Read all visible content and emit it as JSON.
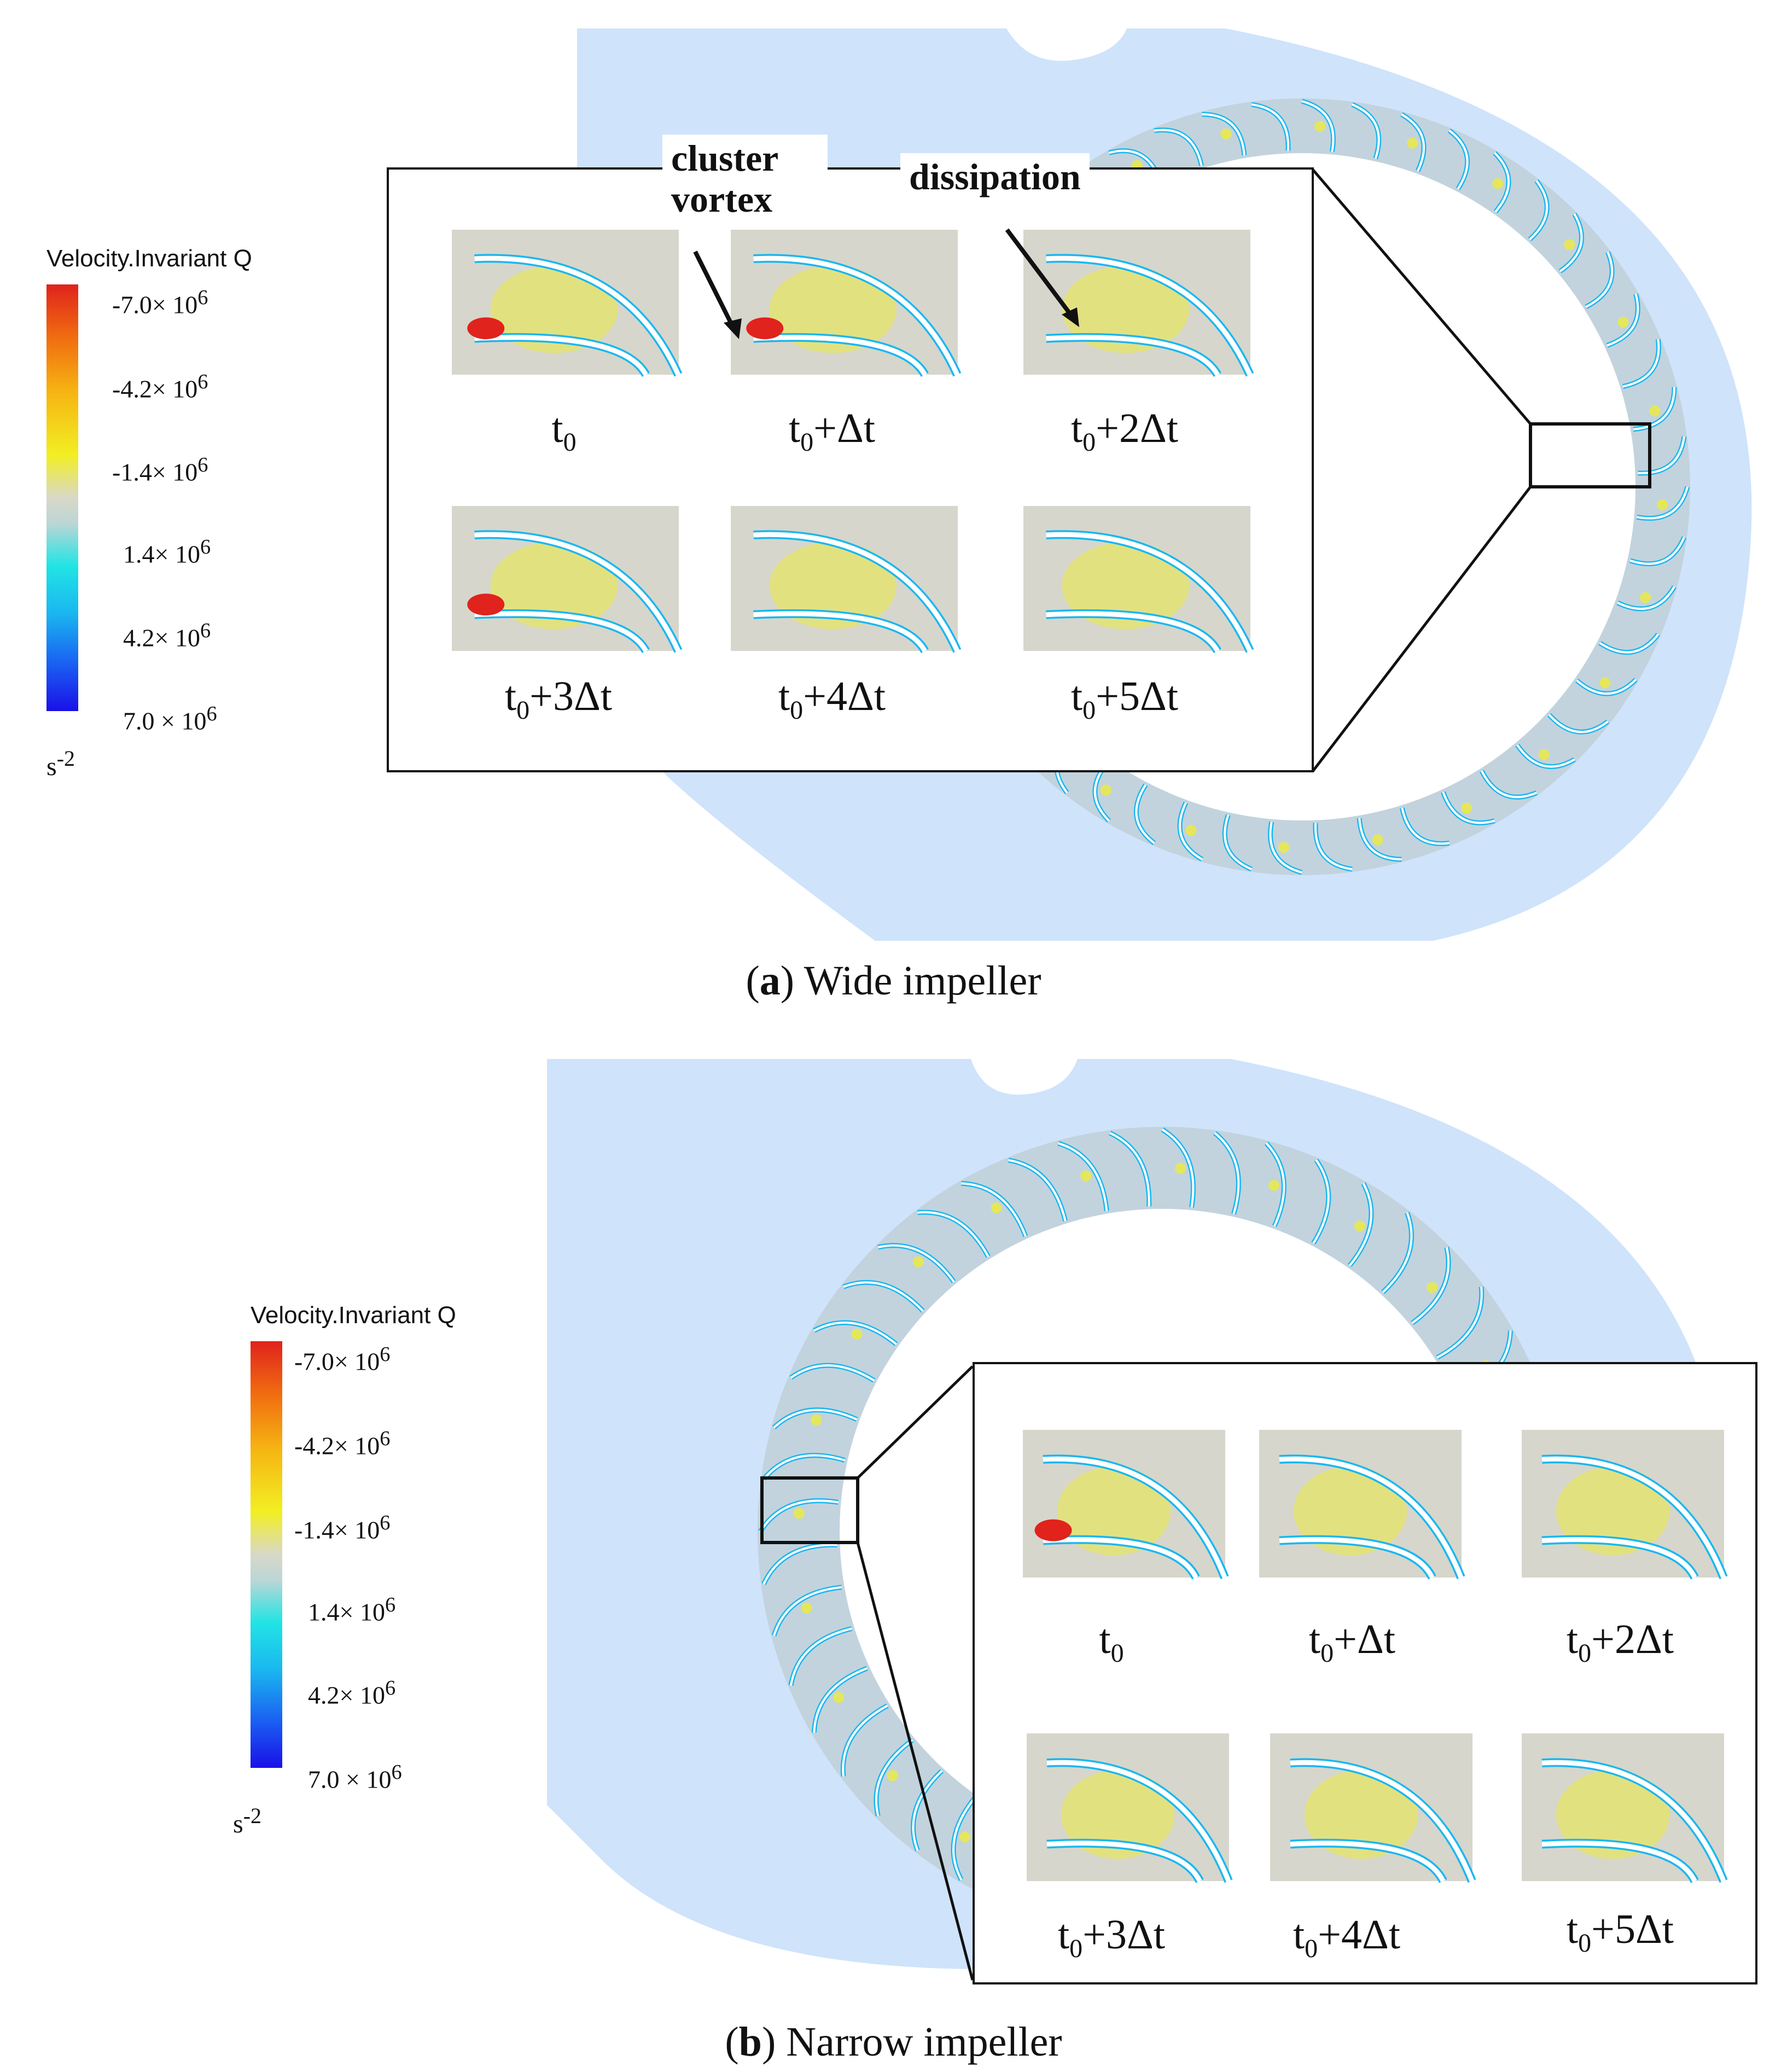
{
  "panels": [
    {
      "id": "a",
      "caption_letter": "a",
      "caption_text": "Wide impeller",
      "legend": {
        "title": "Velocity.Invariant Q",
        "ticks": [
          "-7.0× 10",
          "-4.2× 10",
          "-1.4× 10",
          "1.4× 10",
          "4.2× 10",
          "7.0 × 10"
        ],
        "tick_exp": "6",
        "unit": "s",
        "unit_exp": "-2"
      },
      "callouts": {
        "cluster_vortex": "cluster\nvortex",
        "dissipation": "dissipation"
      },
      "time_labels": [
        {
          "base": "t",
          "sub": "0",
          "rest": ""
        },
        {
          "base": "t",
          "sub": "0",
          "rest": "+Δt"
        },
        {
          "base": "t",
          "sub": "0",
          "rest": "+2Δt"
        },
        {
          "base": "t",
          "sub": "0",
          "rest": "+3Δt"
        },
        {
          "base": "t",
          "sub": "0",
          "rest": "+4Δt"
        },
        {
          "base": "t",
          "sub": "0",
          "rest": "+5Δt"
        }
      ]
    },
    {
      "id": "b",
      "caption_letter": "b",
      "caption_text": "Narrow impeller",
      "legend": {
        "title": "Velocity.Invariant Q",
        "ticks": [
          "-7.0× 10",
          "-4.2× 10",
          "-1.4× 10",
          "1.4× 10",
          "4.2× 10",
          "7.0 × 10"
        ],
        "tick_exp": "6",
        "unit": "s",
        "unit_exp": "-2"
      },
      "time_labels": [
        {
          "base": "t",
          "sub": "0",
          "rest": ""
        },
        {
          "base": "t",
          "sub": "0",
          "rest": "+Δt"
        },
        {
          "base": "t",
          "sub": "0",
          "rest": "+2Δt"
        },
        {
          "base": "t",
          "sub": "0",
          "rest": "+3Δt"
        },
        {
          "base": "t",
          "sub": "0",
          "rest": "+4Δt"
        },
        {
          "base": "t",
          "sub": "0",
          "rest": "+5Δt"
        }
      ]
    }
  ],
  "colors": {
    "casing": "#cfe3fb",
    "ring_base": "#c9d6df",
    "blade": "#ffffff"
  }
}
